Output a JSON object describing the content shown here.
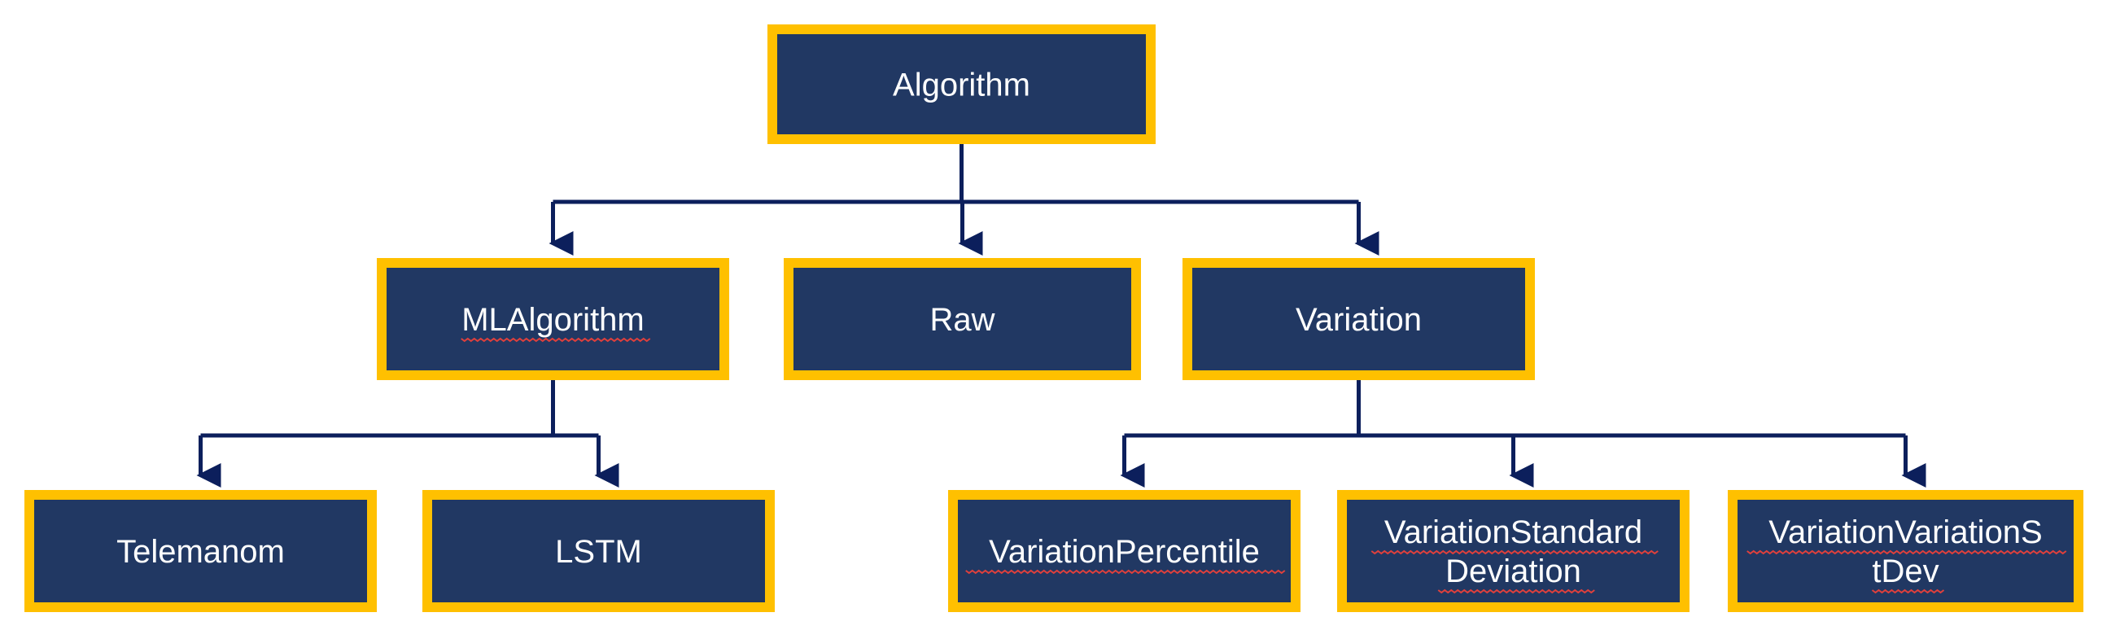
{
  "colors": {
    "box_fill": "#213863",
    "box_border": "#FFC000",
    "text": "#FFFFFF",
    "connector": "#0C1F5C",
    "spellcheck_underline": "#E0403C"
  },
  "nodes": [
    {
      "id": "algorithm",
      "lines": [
        "Algorithm"
      ],
      "spellcheck": false
    },
    {
      "id": "ml-algorithm",
      "lines": [
        "MLAlgorithm"
      ],
      "spellcheck": true
    },
    {
      "id": "raw",
      "lines": [
        "Raw"
      ],
      "spellcheck": false
    },
    {
      "id": "variation",
      "lines": [
        "Variation"
      ],
      "spellcheck": false
    },
    {
      "id": "telemanom",
      "lines": [
        "Telemanom"
      ],
      "spellcheck": false
    },
    {
      "id": "lstm",
      "lines": [
        "LSTM"
      ],
      "spellcheck": false
    },
    {
      "id": "variation-percentile",
      "lines": [
        "VariationPercentile"
      ],
      "spellcheck": true
    },
    {
      "id": "variation-standard-deviation",
      "lines": [
        "VariationStandard",
        "Deviation"
      ],
      "spellcheck": true
    },
    {
      "id": "variation-variation-stdev",
      "lines": [
        "VariationVariationS",
        "tDev"
      ],
      "spellcheck": true
    }
  ],
  "edges": [
    {
      "from": "algorithm",
      "to": [
        "ml-algorithm",
        "raw",
        "variation"
      ]
    },
    {
      "from": "ml-algorithm",
      "to": [
        "telemanom",
        "lstm"
      ]
    },
    {
      "from": "variation",
      "to": [
        "variation-percentile",
        "variation-standard-deviation",
        "variation-variation-stdev"
      ]
    }
  ]
}
